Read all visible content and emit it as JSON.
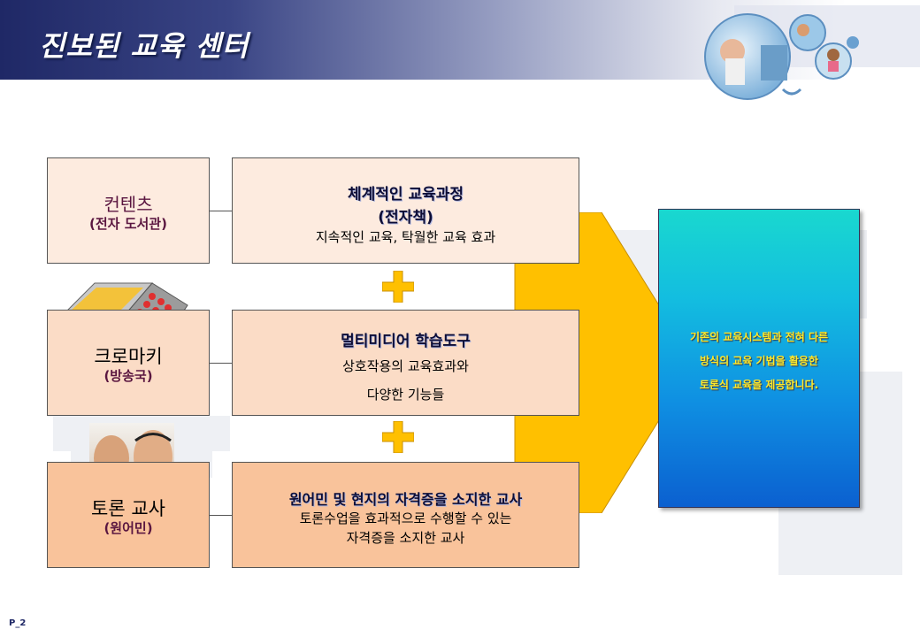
{
  "header": {
    "title": "진보된 교육 센터"
  },
  "rows": [
    {
      "left_main": "컨텐츠",
      "left_sub": "(전자 도서관)",
      "mid_title_lines": [
        "체계적인 교육과정",
        "(전자책)"
      ],
      "mid_text_lines": [
        "지속적인 교육, 탁월한 교육 효과"
      ]
    },
    {
      "left_main": "크로마키",
      "left_sub": "(방송국)",
      "mid_title_lines": [
        "멀티미디어  학습도구"
      ],
      "mid_text_lines": [
        "상호작용의 교육효과와",
        "다양한 기능들"
      ]
    },
    {
      "left_main": "토론 교사",
      "left_sub": "(원어민)",
      "mid_title_lines": [
        "원어민 및 현지의 자격증을 소지한 교사"
      ],
      "mid_text_lines": [
        "토론수업을 효과적으로 수행할 수 있는",
        "자격증을 소지한 교사"
      ]
    }
  ],
  "result": {
    "lines": [
      "기존의 교육시스템과 전혀 다른",
      "방식의 교육 기법을 활용한",
      "토론식 교육을 제공합니다."
    ]
  },
  "footer": {
    "page_label": "P_2"
  },
  "colors": {
    "header_dark": "#1f2866",
    "arrow": "#ffc000",
    "plus": "#ffc000",
    "result_text": "#ffea2a"
  }
}
